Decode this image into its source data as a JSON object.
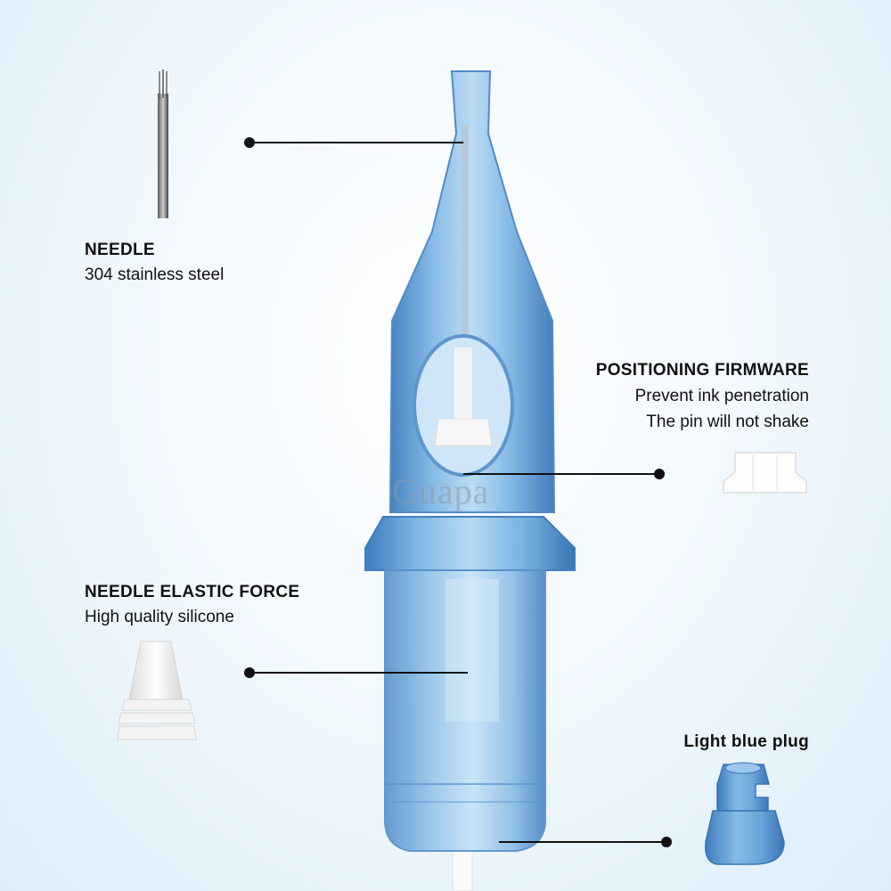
{
  "watermark": {
    "text": "Guapa"
  },
  "callouts": {
    "needle": {
      "title": "NEEDLE",
      "subtitle": "304 stainless steel"
    },
    "positioning": {
      "title": "POSITIONING  FIRMWARE",
      "line1": "Prevent ink penetration",
      "line2": "The  pin will not shake"
    },
    "elastic": {
      "title": "NEEDLE ELASTIC FORCE",
      "subtitle": "High quality silicone"
    },
    "plug": {
      "title": "Light blue plug"
    }
  },
  "colors": {
    "cartridge_blue": "#6aa6d8",
    "cartridge_dark": "#3f7fbf",
    "silicone": "#f2f2f2",
    "leader_line": "#111111"
  },
  "icons": [
    "needle-icon",
    "positioning-firmware-icon",
    "silicone-cone-icon",
    "plug-icon",
    "cartridge-illustration"
  ]
}
